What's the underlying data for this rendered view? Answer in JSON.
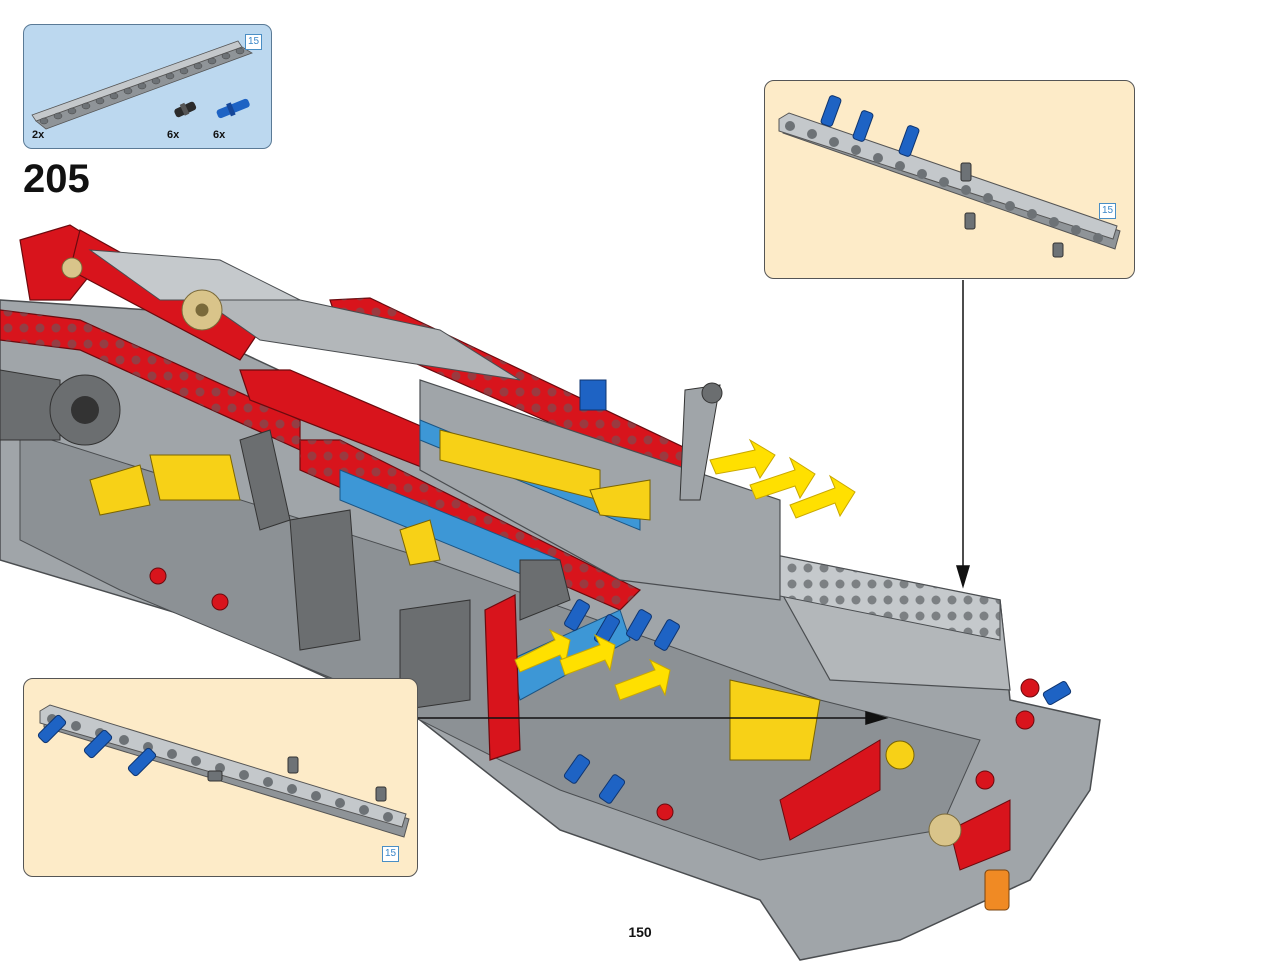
{
  "parts_list": {
    "items": [
      {
        "part": "technic-beam-15",
        "quantity": "2x",
        "color": "#a0a5a9"
      },
      {
        "part": "black-friction-pin",
        "quantity": "6x",
        "color": "#2b2b2b"
      },
      {
        "part": "blue-axle-pin",
        "quantity": "6x",
        "color": "#1e63c4"
      }
    ],
    "length_badge": "15"
  },
  "step": {
    "number": "205"
  },
  "callouts": {
    "top": {
      "length_badge": "15"
    },
    "bottom": {
      "length_badge": "15"
    }
  },
  "colors": {
    "parts_bg": "#bcd8ef",
    "callout_bg": "#fdebc8",
    "light_gray": "#a0a5a9",
    "dark_gray": "#6b6e70",
    "red": "#d8141c",
    "yellow": "#f7d117",
    "blue": "#1e63c4",
    "azure": "#3d97d6",
    "arrow_yellow": "#ffe000"
  },
  "footer": {
    "page_number": "150"
  }
}
